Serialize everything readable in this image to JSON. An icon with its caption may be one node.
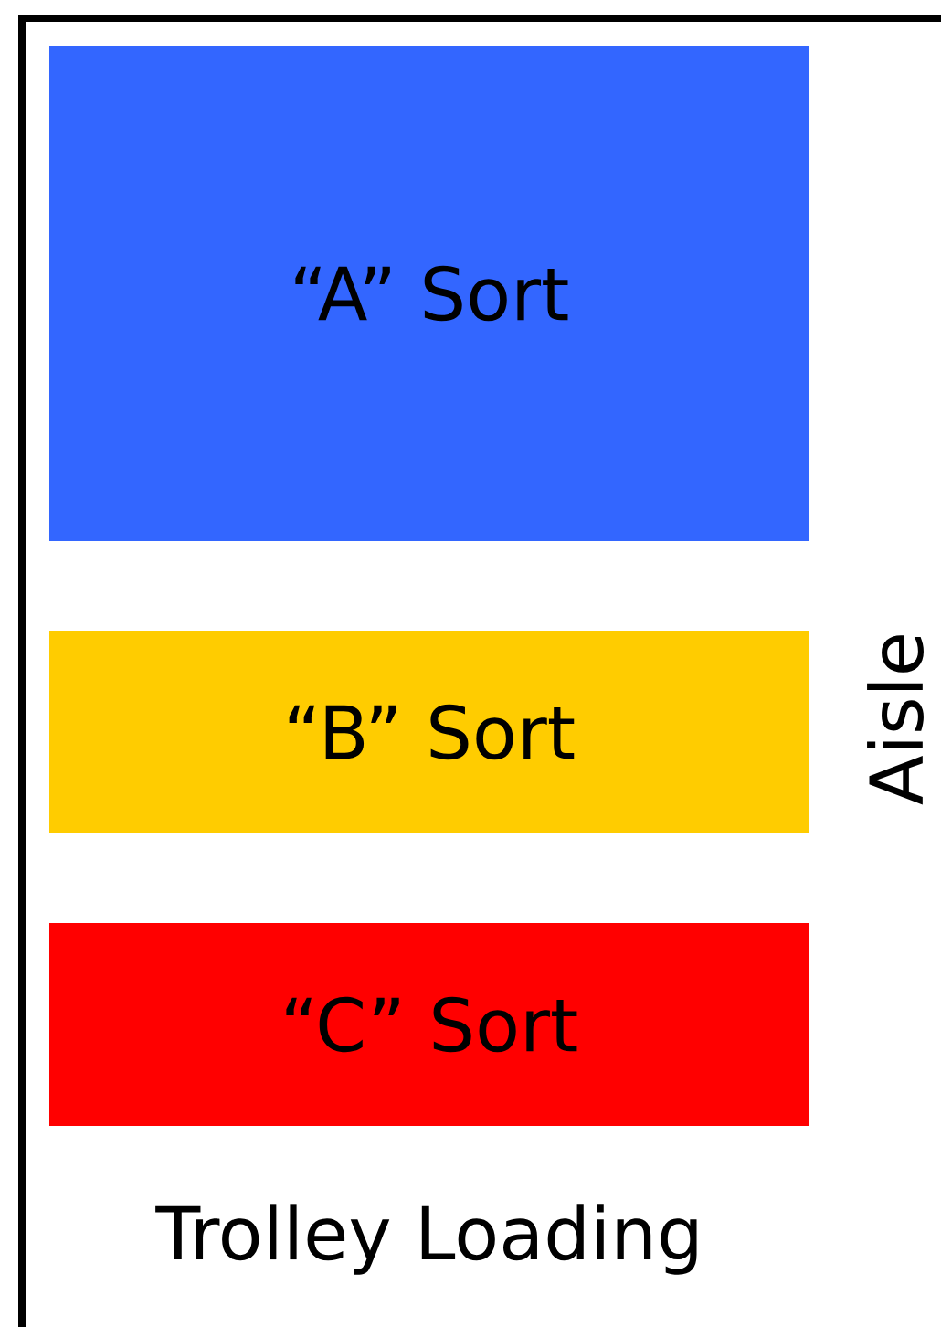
{
  "diagram": {
    "nodes": [
      {
        "text": [
          "“A” Sort"
        ]
      },
      {
        "text": [
          "“B” Sort"
        ]
      },
      {
        "text": [
          "“C” Sort"
        ]
      }
    ],
    "labels": [
      "Aisle",
      "Trolley Loading"
    ]
  }
}
